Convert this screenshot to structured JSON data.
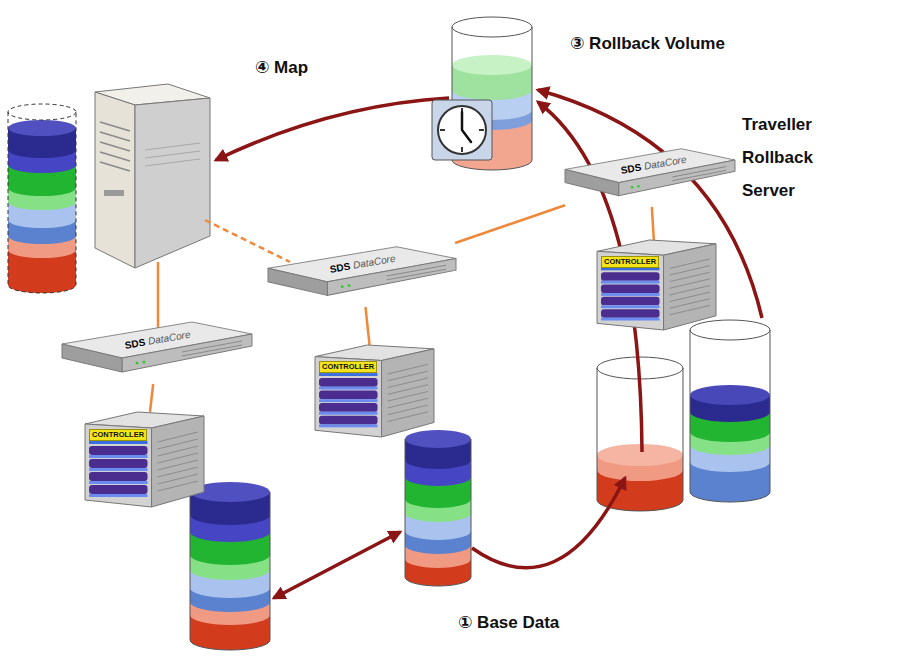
{
  "diagram": {
    "nodes": [
      {
        "text": [
          "③ Rollback Volume"
        ]
      },
      {
        "text": [
          "SDS",
          "DataCore",
          "Traveller Rollback Server"
        ]
      },
      {
        "text": [
          "SDS",
          "DataCore"
        ]
      },
      {
        "text": [
          "CONTROLLER"
        ]
      },
      {
        "text": [
          "SDS",
          "DataCore"
        ]
      },
      {
        "text": [
          "CONTROLLER"
        ]
      },
      {
        "text": [
          "CONTROLLER"
        ]
      },
      {
        "text": [
          "① Base Data"
        ]
      }
    ],
    "edges": [
      {
        "from": 4,
        "to": 6,
        "arrow": "none"
      },
      {
        "from": 2,
        "to": 5,
        "arrow": "none"
      },
      {
        "from": 1,
        "to": 3,
        "arrow": "none"
      },
      {
        "from": 2,
        "to": 1,
        "arrow": "none"
      }
    ],
    "labels": [
      "④ Map"
    ]
  }
}
